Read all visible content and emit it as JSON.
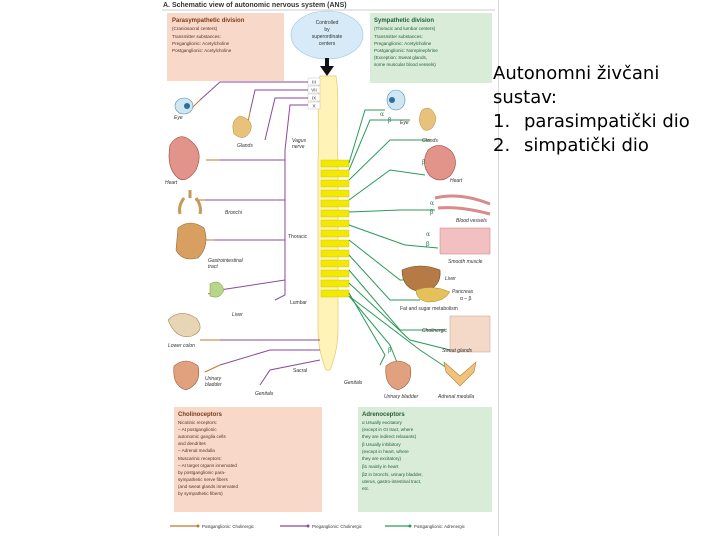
{
  "figure": {
    "title": "A. Schematic view of autonomic nervous system (ANS)",
    "center_box": [
      "Controlled",
      "by",
      "superordinate",
      "centers"
    ],
    "para_box": {
      "heading": "Parasympathetic division",
      "lines": [
        "(Craniosacral centers)",
        "Transmitter substances:",
        "Preganglionic: Acetylcholine",
        "Postganglionic: Acetylcholine"
      ]
    },
    "symp_box": {
      "heading": "Sympathetic division",
      "lines": [
        "(Thoracic and lumbar centers)",
        "Transmitter substances:",
        "Preganglionic: Acetylcholine",
        "Postganglionic: Norepinephrine",
        "(Exception: Sweat glands,",
        "some muscular blood vessels)"
      ]
    },
    "cranial_nerves": [
      "III",
      "VII",
      "IX",
      "X"
    ],
    "left_labels": {
      "eye": "Eye",
      "glands": "Glands",
      "heart": "Heart",
      "bronchi": "Bronchi",
      "gi_tract": [
        "Gastrointestinal",
        "tract"
      ],
      "gallbladder": "Liver",
      "lower_colon": "Lower colon",
      "bladder": [
        "Urinary",
        "bladder"
      ],
      "genitals": "Genitals"
    },
    "spine_labels": {
      "vagus": [
        "Vagus",
        "nerve"
      ],
      "thoracic": "Thoracic",
      "lumbar": "Lumbar",
      "sacral": "Sacral"
    },
    "right_labels": {
      "eye": "Eye",
      "glands": "Glands",
      "heart": "Heart",
      "vessels": "Blood vessels",
      "smooth": "Smooth muscle",
      "liver": "Liver",
      "pancreas": "Pancreas",
      "alpha_beta": "α – β",
      "fat": "Fat and sugar metabolism",
      "cholinergic": "Cholinergic",
      "sweat": "Sweat glands",
      "genitals": "Genitals",
      "bladder": "Urinary bladder",
      "adrenal": "Adrenal medulla"
    },
    "greek": {
      "alpha": "α",
      "beta": "β"
    },
    "cholino_box": {
      "heading": "Cholinoceptors",
      "lines": [
        "Nicotinic receptors:",
        "– At postganglionic",
        "  autonomic ganglia cells",
        "  and dendrites",
        "– Adrenal medulla",
        "Muscarinic receptors:",
        "– At target organs innervated",
        "  by postganglionic para-",
        "  sympathetic nerve fibers",
        "  (and sweat glands innervated",
        "  by sympathetic fibers)"
      ]
    },
    "adreno_box": {
      "heading": "Adrenoceptors",
      "lines": [
        "α  Usually excitatory",
        "   (except in GI tract, where",
        "   they are indirect relaxants)",
        "β  Usually inhibitory",
        "   (except in heart, where",
        "   they are excitatory)",
        "β1  mainly in heart",
        "β2  in bronchi, urinary bladder,",
        "    uterus, gastro-intestinal tract,",
        "    etc."
      ]
    },
    "legend": [
      "Postganglionic: Cholinergic",
      "Preganglionic: Cholinergic",
      "Postganglionic: Adrenergic"
    ]
  },
  "side_text": {
    "heading": [
      "Autonomni živčani",
      "sustav:"
    ],
    "items": [
      {
        "num": "1.",
        "text": "parasimpatički dio"
      },
      {
        "num": "2.",
        "text": "simpatički dio"
      }
    ]
  },
  "colors": {
    "para_box": "#f8d8c8",
    "symp_box": "#d8ecd8",
    "center_box": "#d6ebf7",
    "spinal_cord": "#fff3b8",
    "chain": "#f2e800",
    "parasympathetic_fiber": "#8a4a9a",
    "preganglionic_fiber": "#c07a2a",
    "sympathetic_fiber": "#2a9a5a"
  }
}
